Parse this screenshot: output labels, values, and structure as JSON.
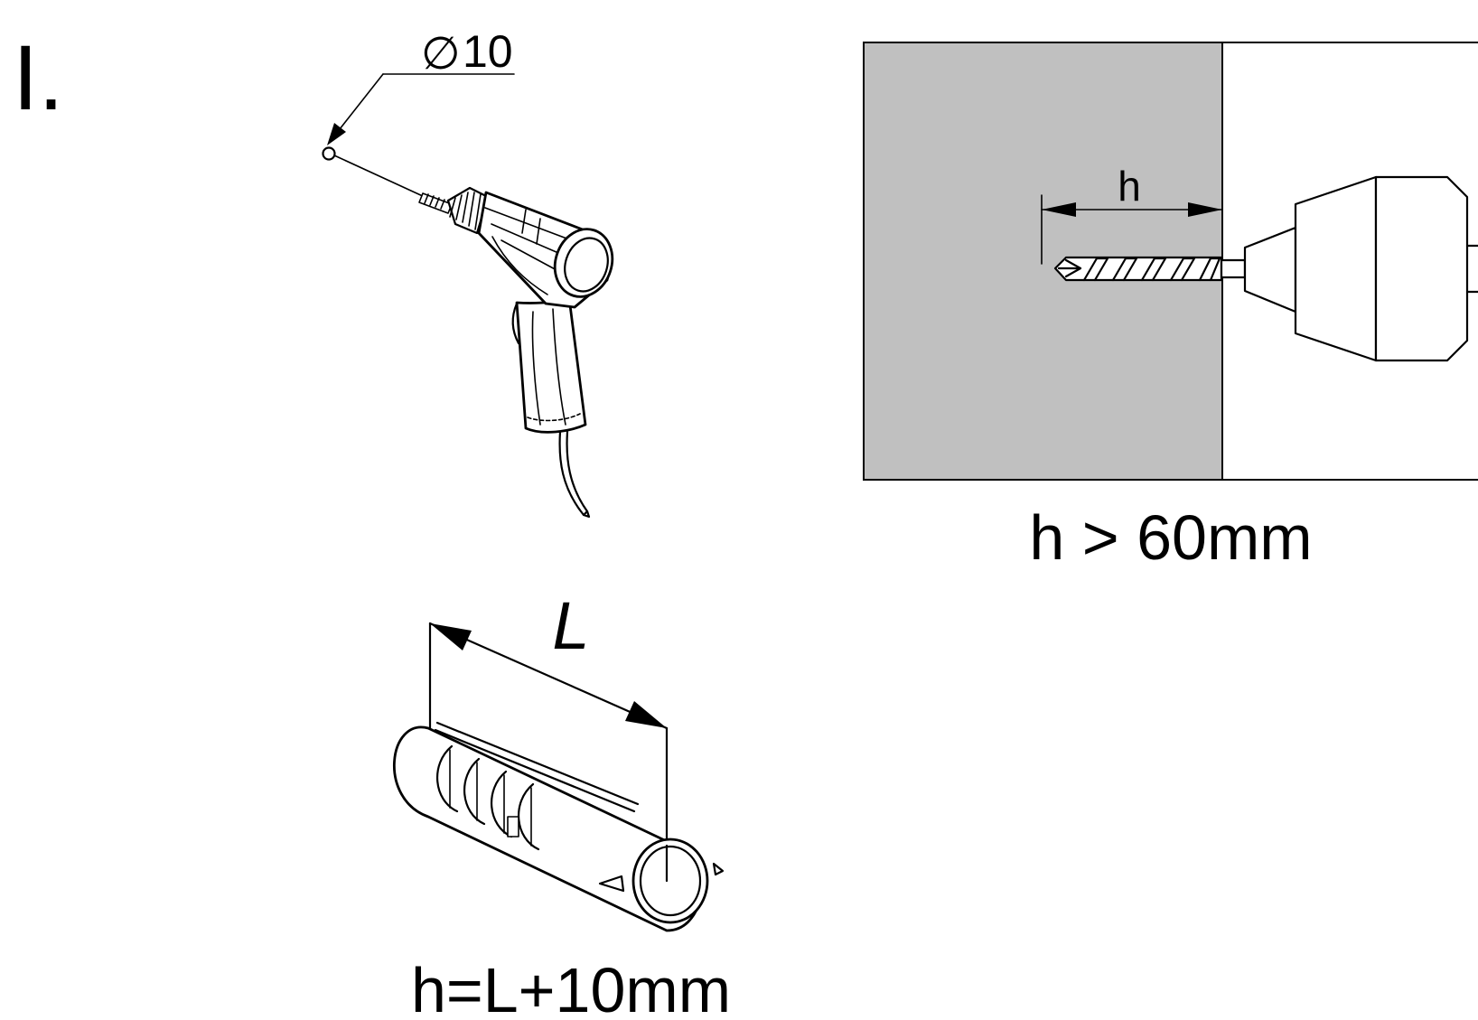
{
  "step_label": "I.",
  "drill_bit": {
    "diameter_symbol": "∅",
    "diameter_value": "10"
  },
  "depth_view": {
    "dimension_label": "h",
    "requirement": "h > 60mm",
    "wall_color": "#c0c0c0"
  },
  "anchor_view": {
    "dimension_label": "L",
    "formula": "h=L+10mm"
  }
}
